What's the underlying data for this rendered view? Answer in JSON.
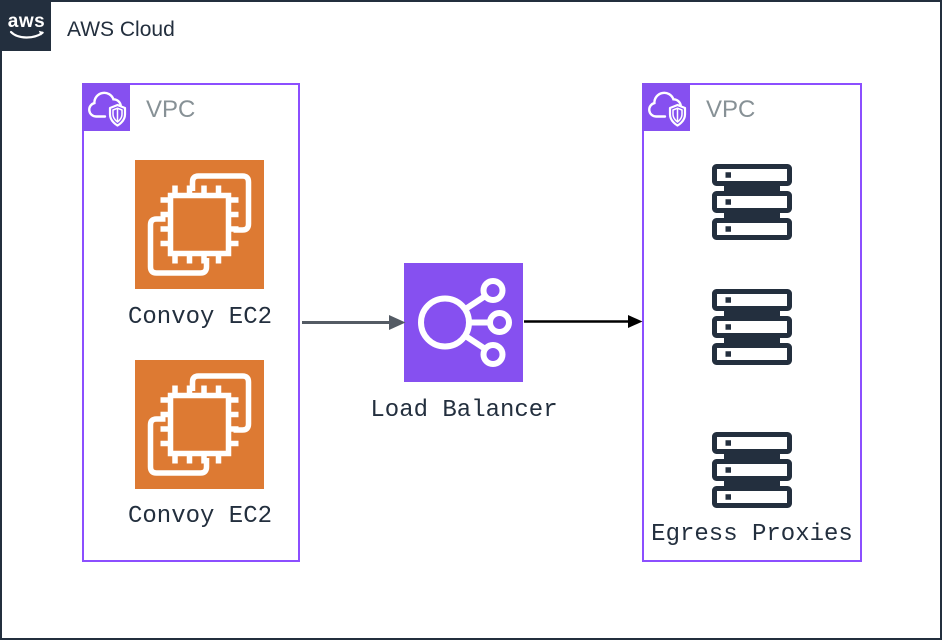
{
  "diagram": {
    "aws_cloud": {
      "title": "AWS Cloud",
      "logo_text": "aws"
    },
    "vpc_left": {
      "label": "VPC",
      "nodes": [
        {
          "icon": "ec2-icon",
          "label": "Convoy EC2"
        },
        {
          "icon": "ec2-icon",
          "label": "Convoy EC2"
        }
      ]
    },
    "load_balancer": {
      "icon": "load-balancer-icon",
      "label": "Load Balancer"
    },
    "vpc_right": {
      "label": "VPC",
      "server_stack_count": 3,
      "caption": "Egress Proxies"
    },
    "arrows": [
      {
        "from": "Convoy EC2 VPC",
        "to": "Load Balancer",
        "color": "#545B64"
      },
      {
        "from": "Load Balancer",
        "to": "Egress Proxies VPC",
        "color": "#000000"
      }
    ],
    "colors": {
      "dark_navy": "#232F3E",
      "vpc_purple_border": "#8C4FFF",
      "icon_purple": "#8650F0",
      "ec2_orange": "#DD7A33",
      "vpc_label_gray": "#879196"
    }
  }
}
